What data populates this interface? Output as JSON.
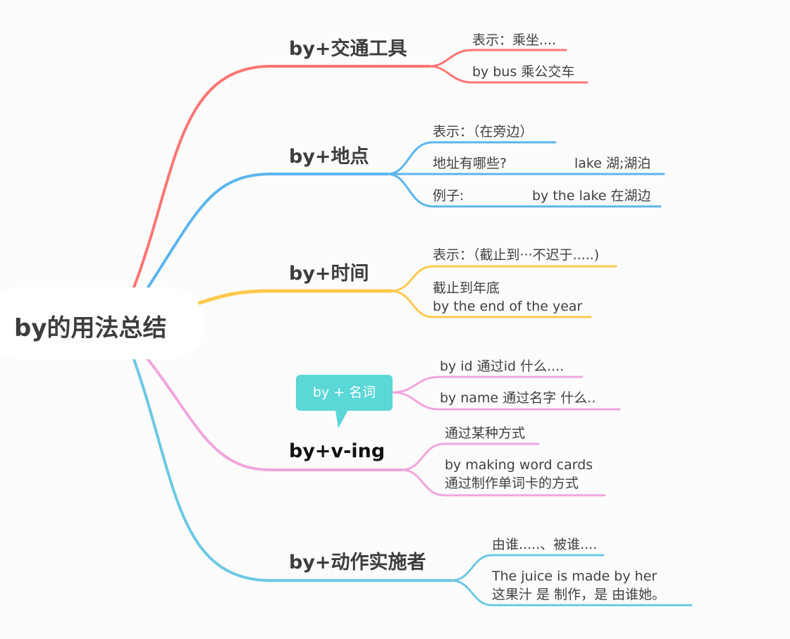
{
  "root": {
    "title": "by的用法总结"
  },
  "colors": {
    "transport": "#ff7575",
    "place": "#5bb5ee",
    "time": "#ffc94f",
    "ving": "#f0a6dc",
    "agent": "#6cc8e3",
    "callout": "#5ad7d6"
  },
  "branches": [
    {
      "title": "by+交通工具",
      "children": [
        "表示：乘坐....",
        "by bus 乘公交车"
      ]
    },
    {
      "title": "by+地点",
      "children": [
        "表示：（在旁边）",
        "地址有哪些?",
        "lake  湖;湖泊",
        "例子:",
        "by the lake 在湖边"
      ]
    },
    {
      "title": "by+时间",
      "children": [
        "表示：（截止到···不迟于.....)",
        "截止到年底",
        "by the end of the year"
      ]
    },
    {
      "title": "by+v-ing",
      "callout": "by + 名词",
      "callout_children": [
        "by id   通过id 什么....",
        "by  name  通过名字  什么.."
      ],
      "children": [
        "通过某种方式",
        "by making word cards",
        "通过制作单词卡的方式"
      ]
    },
    {
      "title": "by+动作实施者",
      "children": [
        "由谁.....、被谁....",
        "The juice is  made by her",
        "这果汁  是  制作，是 由谁她。"
      ]
    }
  ]
}
